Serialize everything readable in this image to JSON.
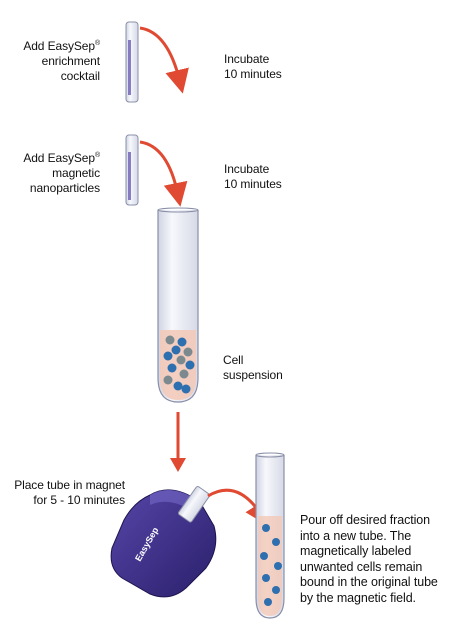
{
  "steps": {
    "step1": {
      "line1": "Add EasySep",
      "line2": "enrichment",
      "line3": "cocktail",
      "incubate1": "Incubate",
      "incubate2": "10 minutes"
    },
    "step2": {
      "line1": "Add EasySep",
      "line2": "magnetic",
      "line3": "nanoparticles",
      "incubate1": "Incubate",
      "incubate2": "10 minutes"
    },
    "cell": {
      "line1": "Cell",
      "line2": "suspension"
    },
    "magnet_step": {
      "line1": "Place tube in magnet",
      "line2": "for 5 - 10 minutes"
    },
    "final": {
      "line1": "Pour off desired fraction",
      "line2": "into a new tube. The",
      "line3": "magnetically labeled",
      "line4": "unwanted cells remain",
      "line5": "bound in the original tube",
      "line6": "by the magnetic field."
    },
    "registered_mark": "®",
    "magnet_brand": "EasySep"
  },
  "colors": {
    "arrow": "#e04a32",
    "tube_outline": "#8a8fa8",
    "tube_fill": "#eef0f7",
    "suspension": "#f3c8b6",
    "cell_blue": "#2e6fb0",
    "cell_grey": "#7c8a90",
    "magnet": "#3d2e8a"
  }
}
